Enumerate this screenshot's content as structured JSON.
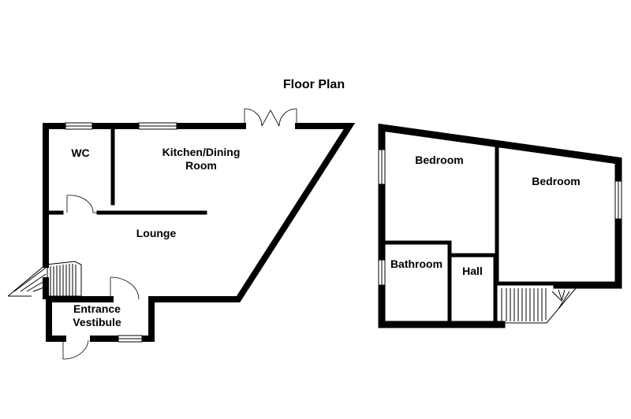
{
  "title": "Floor Plan",
  "rooms": {
    "wc": "WC",
    "kitchen_line1": "Kitchen/Dining",
    "kitchen_line2": "Room",
    "lounge": "Lounge",
    "entrance_line1": "Entrance",
    "entrance_line2": "Vestibule",
    "bedroom_1": "Bedroom",
    "bedroom_2": "Bedroom",
    "bathroom": "Bathroom",
    "hall": "Hall"
  }
}
